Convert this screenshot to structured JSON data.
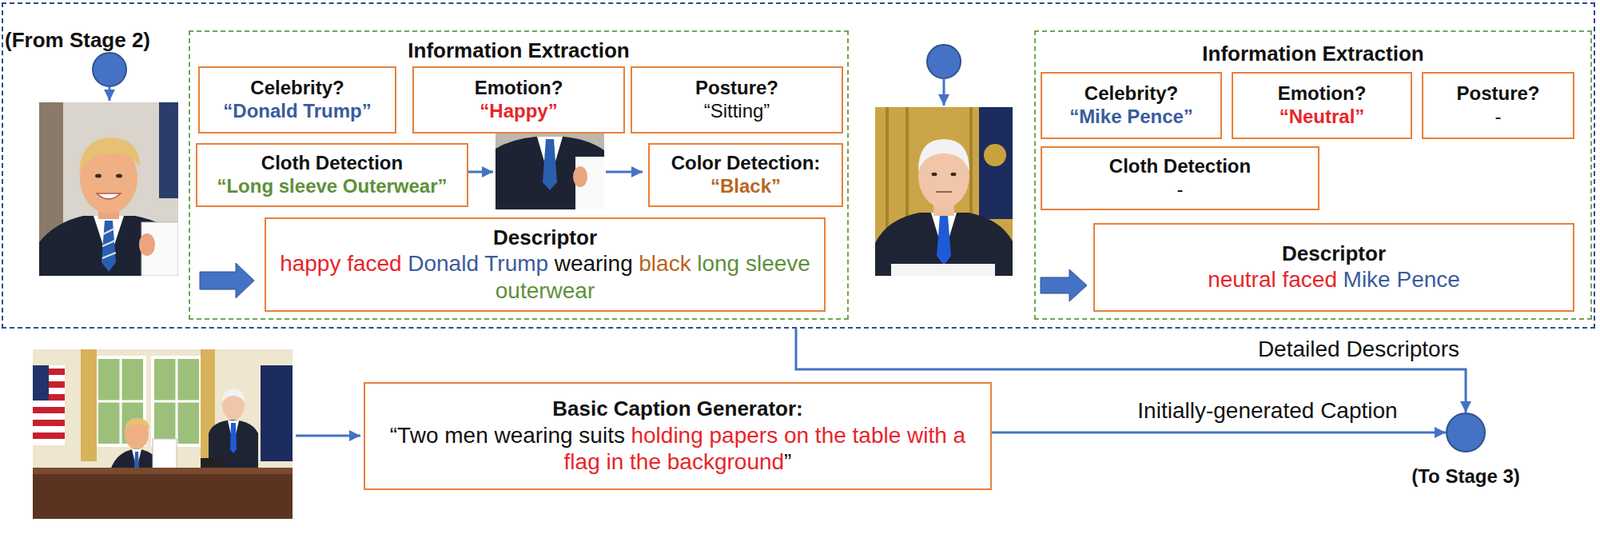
{
  "diagram": {
    "nodes": [
      {
        "text": [
          "(From Stage 2)"
        ]
      },
      {
        "text": [
          "Information Extraction"
        ],
        "in": 0
      },
      {
        "text": [
          "Celebrity?",
          "“Donald Trump”"
        ],
        "in": 1
      },
      {
        "text": [
          "Emotion?",
          "“Happy”"
        ],
        "in": 1
      },
      {
        "text": [
          "Posture?",
          "“Sitting”"
        ],
        "in": 1
      },
      {
        "text": [
          "Cloth Detection",
          "“Long sleeve Outerwear”"
        ],
        "in": 1
      },
      {
        "text": [
          "Color Detection:",
          "“Black”"
        ],
        "in": 1
      },
      {
        "text": [
          "Descriptor",
          "happy faced",
          "Donald Trump",
          "wearing",
          "black",
          "long sleeve outerwear"
        ],
        "in": 1
      },
      {
        "text": [
          "Information Extraction"
        ],
        "in": 0
      },
      {
        "text": [
          "Celebrity?",
          "“Mike Pence”"
        ],
        "in": 8
      },
      {
        "text": [
          "Emotion?",
          "“Neutral”"
        ],
        "in": 8
      },
      {
        "text": [
          "Posture?",
          "-"
        ],
        "in": 8
      },
      {
        "text": [
          "Cloth Detection",
          "-"
        ],
        "in": 8
      },
      {
        "text": [
          "Descriptor",
          "neutral faced",
          "Mike Pence"
        ],
        "in": 8
      },
      {
        "text": [
          "Basic Caption Generator:",
          "“Two men wearing suits",
          "holding papers on the table with a flag in the background",
          "”"
        ]
      },
      {
        "text": [
          "(To Stage 3)"
        ]
      }
    ],
    "edges": [
      {
        "from": 0,
        "to": 15,
        "label": "Detailed Descriptors",
        "arrow": "to"
      },
      {
        "from": 14,
        "to": 15,
        "label": "Initially-generated Caption",
        "arrow": "to"
      }
    ]
  }
}
